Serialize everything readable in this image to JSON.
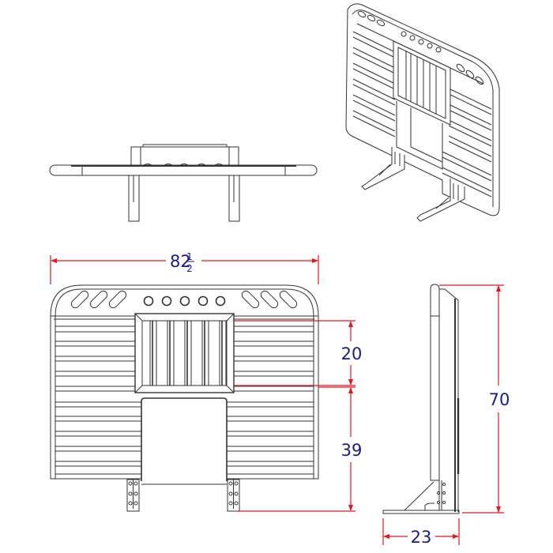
{
  "drawing": {
    "subject": "Free-standing panel with window opening and two bracket feet",
    "views": [
      "isometric-view",
      "top-view",
      "front-view",
      "side-view"
    ],
    "units_hint": "inches",
    "colors": {
      "line": "#333333",
      "dimension": "#e8141e",
      "dimension_text": "#1a1a8c",
      "background": "#ffffff"
    }
  },
  "dimensions": {
    "overall_width": {
      "whole": "82",
      "num": "1",
      "den": "2",
      "value": 82.5
    },
    "window_height": {
      "label": "20",
      "value": 20
    },
    "opening_height": {
      "label": "39",
      "value": 39
    },
    "overall_height": {
      "label": "70",
      "value": 70
    },
    "base_depth": {
      "label": "23",
      "value": 23
    }
  },
  "front_view": {
    "top_rail": {
      "left_slots": 3,
      "round_holes": 5,
      "right_slots": 3
    },
    "window_bars": 5,
    "louver_count": 14,
    "feet": 2,
    "bolts_per_foot": 6
  }
}
